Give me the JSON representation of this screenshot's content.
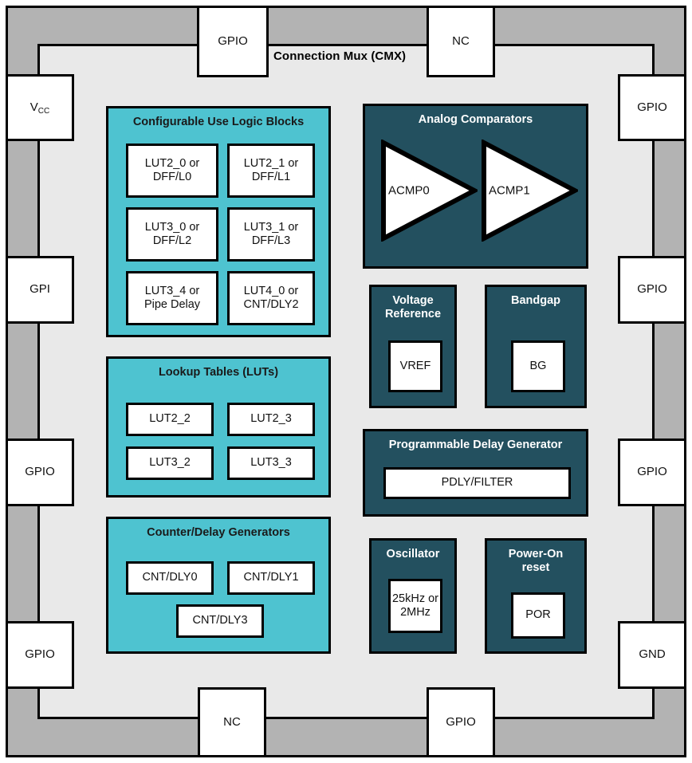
{
  "diagram": {
    "title": "Connection Mux (CMX)",
    "colors": {
      "package_border": "#b3b3b3",
      "die_area": "#e9e9e9",
      "digital_block": "#4ec3d0",
      "analog_block": "#23505f",
      "pin_fill": "#ffffff",
      "outline": "#000000"
    }
  },
  "pins": {
    "top": [
      {
        "label": "GPIO"
      },
      {
        "label": "NC"
      }
    ],
    "left": [
      {
        "label": "VCC",
        "base": "V",
        "sub": "CC"
      },
      {
        "label": "GPI"
      },
      {
        "label": "GPIO"
      },
      {
        "label": "GPIO"
      }
    ],
    "right": [
      {
        "label": "GPIO"
      },
      {
        "label": "GPIO"
      },
      {
        "label": "GPIO"
      },
      {
        "label": "GND"
      }
    ],
    "bottom": [
      {
        "label": "NC"
      },
      {
        "label": "GPIO"
      }
    ]
  },
  "blocks": {
    "clb": {
      "title": "Configurable Use Logic Blocks",
      "style": "teal",
      "cells": [
        "LUT2_0 or\nDFF/L0",
        "LUT2_1 or\nDFF/L1",
        "LUT3_0 or\nDFF/L2",
        "LUT3_1 or\nDFF/L3",
        "LUT3_4 or\nPipe Delay",
        "LUT4_0 or\nCNT/DLY2"
      ]
    },
    "luts": {
      "title": "Lookup Tables (LUTs)",
      "style": "teal",
      "cells": [
        "LUT2_2",
        "LUT2_3",
        "LUT3_2",
        "LUT3_3"
      ]
    },
    "counters": {
      "title": "Counter/Delay Generators",
      "style": "teal",
      "cells": [
        "CNT/DLY0",
        "CNT/DLY1",
        "CNT/DLY3"
      ]
    },
    "comparators": {
      "title": "Analog Comparators",
      "style": "navy",
      "cells": [
        "ACMP0",
        "ACMP1"
      ]
    },
    "vref": {
      "title": "Voltage\nReference",
      "style": "navy",
      "cells": [
        "VREF"
      ]
    },
    "bandgap": {
      "title": "Bandgap",
      "style": "navy",
      "cells": [
        "BG"
      ]
    },
    "pdly": {
      "title": "Programmable Delay Generator",
      "style": "navy",
      "cells": [
        "PDLY/FILTER"
      ]
    },
    "oscillator": {
      "title": "Oscillator",
      "style": "navy",
      "cells": [
        "25kHz or\n2MHz"
      ]
    },
    "por": {
      "title": "Power-On\nreset",
      "style": "navy",
      "cells": [
        "POR"
      ]
    }
  }
}
